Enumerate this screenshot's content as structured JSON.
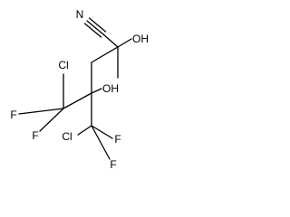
{
  "molecule": {
    "atoms": {
      "nitrile_n": "N",
      "hydroxyl_upper": "OH",
      "hydroxyl_middle": "OH",
      "chlorine_left": "Cl",
      "fluorine_left_1": "F",
      "fluorine_left_2": "F",
      "chlorine_bottom": "Cl",
      "fluorine_bottom_1": "F",
      "fluorine_bottom_2": "F"
    }
  }
}
